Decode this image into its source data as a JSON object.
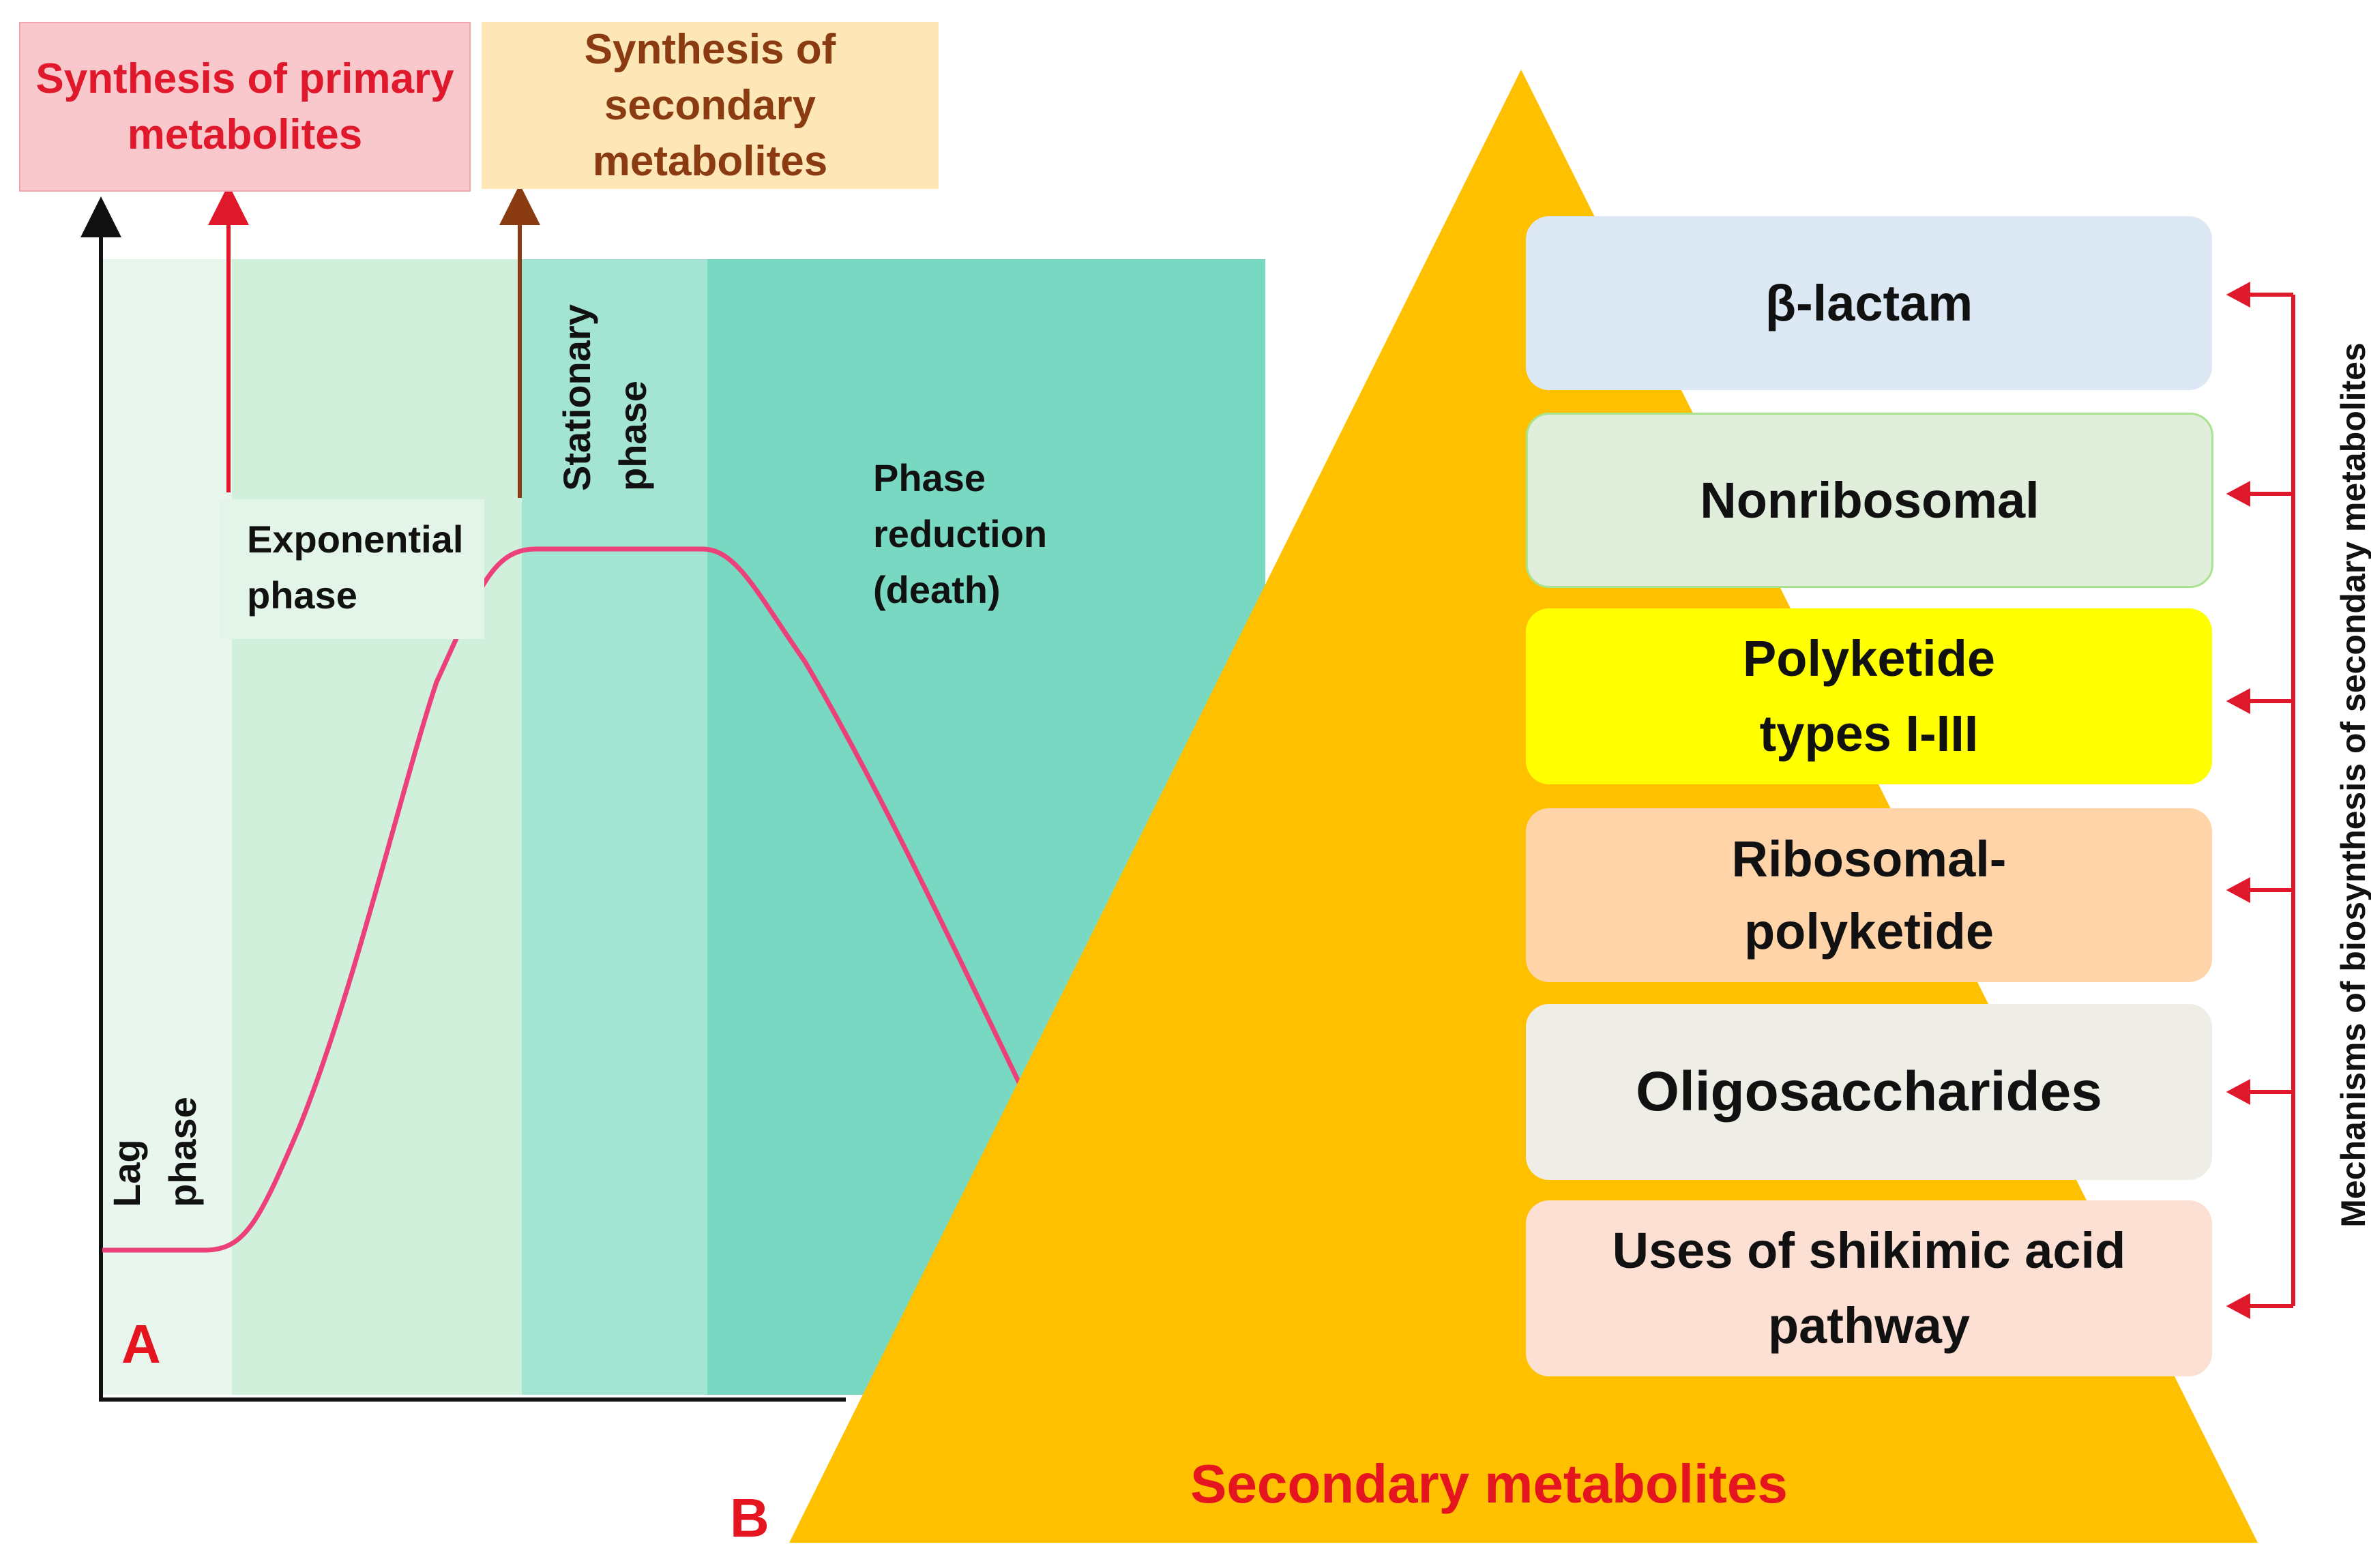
{
  "colors": {
    "primary_red": "#e0182b",
    "secondary_brown": "#8a3b12",
    "curve": "#ec407a",
    "pyramid": "#ffc000",
    "panel_label_red": "#e5151f",
    "box_primary_fill": "#f9c8cc",
    "box_secondary_fill": "#fde7b6",
    "lag_fill": "#e8f6ee",
    "exp_fill": "#d0f0dc",
    "stat_fill": "#a4e4d2",
    "death_fill": "#78d8c2"
  },
  "panel_a": {
    "label": "A",
    "top_box_primary": "Synthesis of primary\nmetabolites",
    "top_box_secondary": "Synthesis of secondary\nmetabolites",
    "phases": {
      "lag": "Lag\nphase",
      "exponential": "Exponential\nphase",
      "stationary": "Stationary\nphase",
      "death": "Phase\nreduction\n(death)"
    }
  },
  "panel_b": {
    "label": "B",
    "pyramid_title": "Secondary metabolites",
    "side_label": "Mechanisms of biosynthesis of secondary metabolites",
    "mechanisms": [
      {
        "label": "β-lactam",
        "fill": "#dce9f5"
      },
      {
        "label": "Nonribosomal",
        "fill": "#e0eedb",
        "border": "#a9e38f"
      },
      {
        "label": "Polyketide\ntypes  I-III",
        "fill": "#ffff00"
      },
      {
        "label": "Ribosomal-\npolyketide",
        "fill": "#ffd4a8"
      },
      {
        "label": "Oligosaccharides",
        "fill": "#efeee6"
      },
      {
        "label": "Uses of shikimic acid\npathway",
        "fill": "#fde0d4"
      }
    ]
  }
}
